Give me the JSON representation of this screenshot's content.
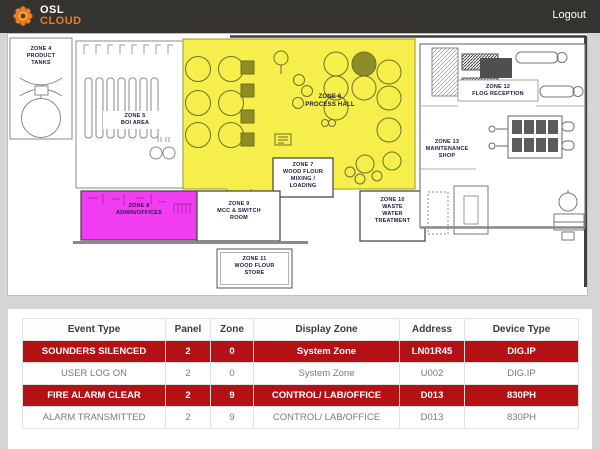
{
  "header": {
    "brand_line1": "OSL",
    "brand_line2": "CLOUD",
    "logout_label": "Logout"
  },
  "colors": {
    "accent_orange": "#ed7d1f",
    "alarm_red": "#b41115",
    "zone_yellow": "#f6ef4b",
    "zone_magenta": "#f23cf2"
  },
  "floorplan": {
    "zone4": [
      "ZONE 4",
      "PRODUCT",
      "TANKS"
    ],
    "zone5": [
      "ZONE 5",
      "BOI AREA"
    ],
    "zone6": [
      "ZONE 6",
      "PROCESS HALL"
    ],
    "zone7": [
      "ZONE 7",
      "WOOD FLOUR",
      "MIXING /",
      "LOADING"
    ],
    "zone8": [
      "ZONE 8",
      "ADMIN/OFFICES"
    ],
    "zone9": [
      "ZONE 9",
      "MCC & SWITCH",
      "ROOM"
    ],
    "zone10": [
      "ZONE 10",
      "WASTE",
      "WATER",
      "TREATMENT"
    ],
    "zone11": [
      "ZONE 11",
      "WOOD FLOUR",
      "STORE"
    ],
    "zone12": [
      "ZONE 12",
      "FLOG RECEPTION"
    ],
    "zone13": [
      "ZONE 13",
      "MAINTENANCE",
      "SHOP"
    ]
  },
  "table": {
    "columns": [
      "Event Type",
      "Panel",
      "Zone",
      "Display Zone",
      "Address",
      "Device Type"
    ],
    "rows": [
      {
        "state": "alarm",
        "cells": [
          "SOUNDERS SILENCED",
          "2",
          "0",
          "System Zone",
          "LN01R45",
          "DIG.IP"
        ]
      },
      {
        "state": "normal",
        "cells": [
          "USER LOG ON",
          "2",
          "0",
          "System Zone",
          "U002",
          "DIG.IP"
        ]
      },
      {
        "state": "alarm",
        "cells": [
          "FIRE ALARM CLEAR",
          "2",
          "9",
          "CONTROL/ LAB/OFFICE",
          "D013",
          "830PH"
        ]
      },
      {
        "state": "normal",
        "cells": [
          "ALARM TRANSMITTED",
          "2",
          "9",
          "CONTROL/ LAB/OFFICE",
          "D013",
          "830PH"
        ]
      }
    ]
  }
}
